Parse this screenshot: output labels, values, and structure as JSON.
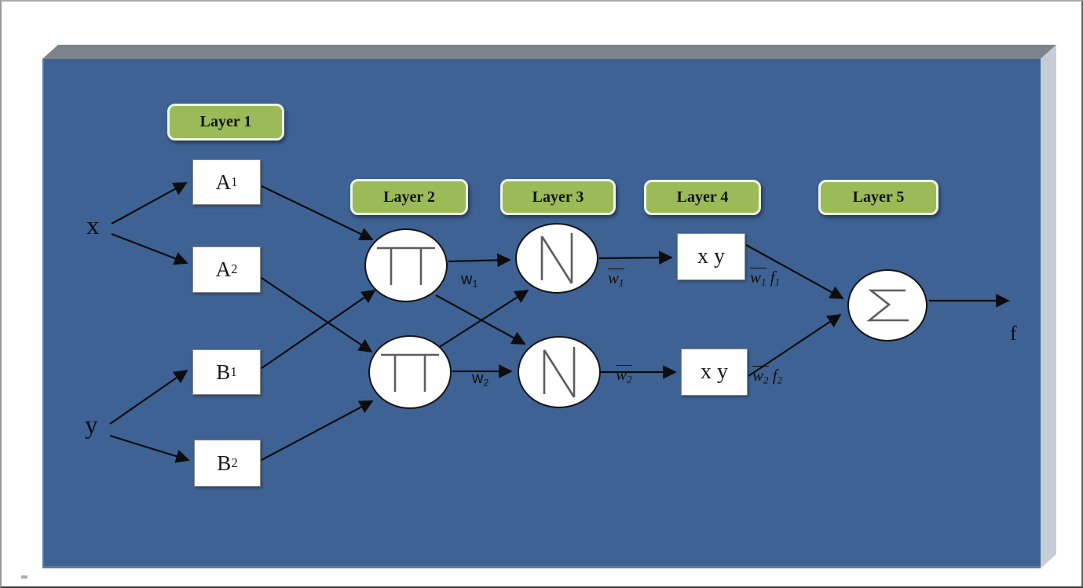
{
  "layers": [
    {
      "label": "Layer 1"
    },
    {
      "label": "Layer 2"
    },
    {
      "label": "Layer 3"
    },
    {
      "label": "Layer 4"
    },
    {
      "label": "Layer 5"
    }
  ],
  "inputs": {
    "x": "x",
    "y": "y"
  },
  "membership_nodes": {
    "a1": {
      "base": "A",
      "sub": "1"
    },
    "a2": {
      "base": "A",
      "sub": "2"
    },
    "b1": {
      "base": "B",
      "sub": "1"
    },
    "b2": {
      "base": "B",
      "sub": "2"
    }
  },
  "rule_symbols": {
    "product": "Π",
    "normalize": "N",
    "sum": "Σ"
  },
  "consequent_nodes": {
    "xy1": "x y",
    "xy2": "x y"
  },
  "edge_labels": {
    "w1": {
      "base": "w",
      "sub": "1"
    },
    "w2": {
      "base": "w",
      "sub": "2"
    },
    "wbar1": {
      "base": "w",
      "sub": "1"
    },
    "wbar2": {
      "base": "w",
      "sub": "2"
    },
    "wf1": {
      "w": "w",
      "wsub": "1",
      "f": "f",
      "fsub": "1"
    },
    "wf2": {
      "w": "w",
      "wsub": "2",
      "f": "f",
      "fsub": "2"
    }
  },
  "output": {
    "label": "f"
  },
  "colors": {
    "panel": "#3e6294",
    "panel-top": "#7b838b",
    "panel-side": "#c6cdd6",
    "pill-green": "#9bbb59",
    "pill-border": "#eff4e7",
    "arrow": "#0d0d0d"
  }
}
